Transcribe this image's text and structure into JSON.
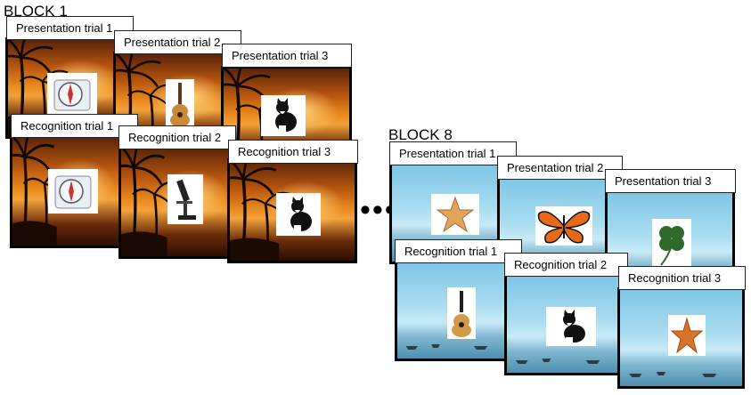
{
  "blocks": [
    {
      "title": "BLOCK 1",
      "presentation": [
        "Presentation trial 1",
        "Presentation trial 2",
        "Presentation trial 3"
      ],
      "recognition": [
        "Recognition trial 1",
        "Recognition trial 2",
        "Recognition trial 3"
      ]
    },
    {
      "title": "BLOCK 8",
      "presentation": [
        "Presentation trial 1",
        "Presentation trial 2",
        "Presentation trial 3"
      ],
      "recognition": [
        "Recognition trial 1",
        "Recognition trial 2",
        "Recognition trial 3"
      ]
    }
  ],
  "ellipsis": "•••",
  "stimuli": {
    "block1_presentation": [
      "compass-icon",
      "guitar-icon",
      "cat-icon"
    ],
    "block1_recognition": [
      "compass-icon",
      "microscope-icon",
      "cat-icon"
    ],
    "block8_presentation": [
      "starfish-icon",
      "butterfly-icon",
      "clover-icon"
    ],
    "block8_recognition": [
      "guitar-icon",
      "cat-icon",
      "starfish-icon"
    ]
  },
  "colors": {
    "sunset_background": "#e98a1e",
    "beach_background": "#a9dcf0",
    "frame": "#000000"
  }
}
